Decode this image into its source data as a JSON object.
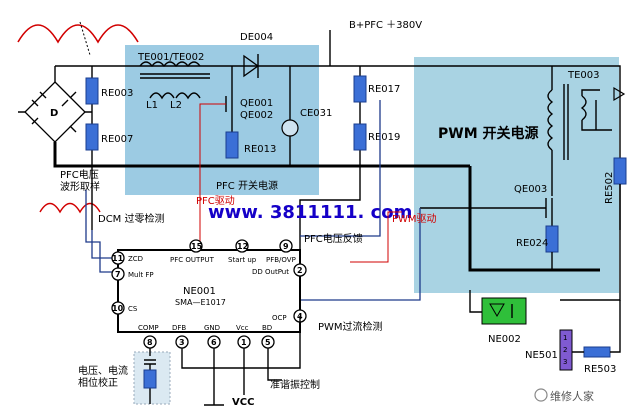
{
  "labels": {
    "rail": "B+PFC ＋380V",
    "te001": "TE001/TE002",
    "de004": "DE004",
    "l1": "L1",
    "l2": "L2",
    "qe001": "QE001",
    "qe002": "QE002",
    "re013": "RE013",
    "ce031": "CE031",
    "re003": "RE003",
    "re007": "RE007",
    "re017": "RE017",
    "re019": "RE019",
    "diode_d": "D",
    "pfc_sample_1": "PFC电压",
    "pfc_sample_2": "波形取样",
    "pfc_area": "PFC 开关电源",
    "pfc_drive": "PFC驱动",
    "website": "www. 3811111. com",
    "dcm": "DCM 过零检测",
    "pfc_feedback": "PFC电压反馈",
    "pwm_drive": "PWM驱动",
    "pwm_area": "PWM 开关电源",
    "te003": "TE003",
    "qe003": "QE003",
    "re024": "RE024",
    "re502": "RE502",
    "ne002": "NE002",
    "ne501": "NE501",
    "re503": "RE503",
    "pwm_ocp": "PWM过流检测",
    "vc_1": "电压、电流",
    "vc_2": "相位校正",
    "vcc": "VCC",
    "quasi": "准谐振控制",
    "watermark": "维修人家"
  },
  "ic": {
    "name": "NE001",
    "model": "SMA—E1017",
    "pins": [
      {
        "num": "15",
        "label": "PFC OUTPUT"
      },
      {
        "num": "12",
        "label": "Start up"
      },
      {
        "num": "9",
        "label": "PFB/OVP"
      },
      {
        "num": "11",
        "label": "ZCD"
      },
      {
        "num": "7",
        "label": "Mult FP"
      },
      {
        "num": "10",
        "label": "CS"
      },
      {
        "num": "2",
        "label": "DD OutPut"
      },
      {
        "num": "4",
        "label": "OCP"
      },
      {
        "num": "8",
        "label": "COMP"
      },
      {
        "num": "3",
        "label": "DFB"
      },
      {
        "num": "6",
        "label": "GND"
      },
      {
        "num": "1",
        "label": "Vcc"
      },
      {
        "num": "5",
        "label": "BD"
      }
    ]
  },
  "ne501_pins": [
    "1",
    "2",
    "3"
  ],
  "colors": {
    "pfc_area": "#9ccbe3",
    "pwm_area": "#a9d3e3",
    "resistor": "#3b6fd6",
    "website": "#1500c8",
    "drive": "#d10000",
    "signal": "#1e3a8a"
  }
}
